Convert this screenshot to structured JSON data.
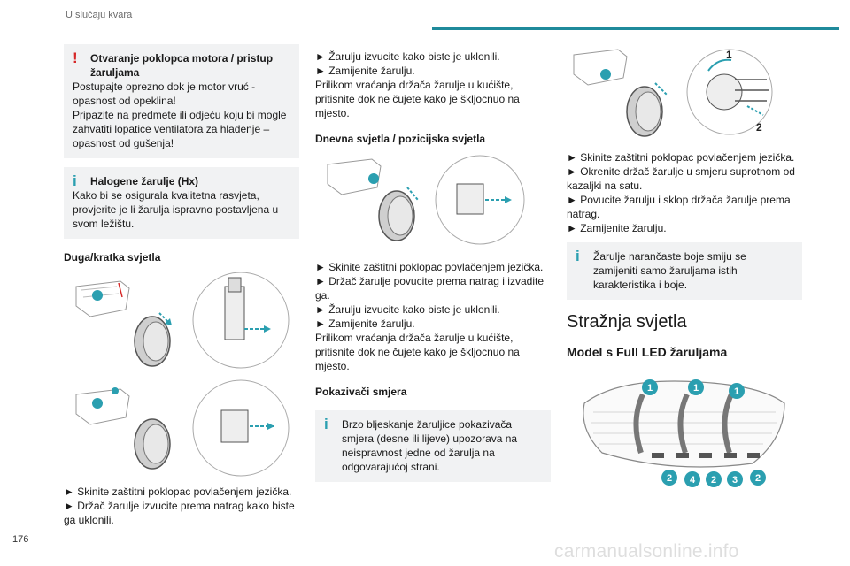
{
  "header": {
    "section_title": "U slučaju kvara"
  },
  "page_number": "176",
  "watermark": "carmanualsonline.info",
  "col1": {
    "warning_title": "Otvaranje poklopca motora / pristup žaruljama",
    "warning_lines": [
      "Postupajte oprezno dok je motor vruć - opasnost od opeklina!",
      "Pripazite na predmete ili odjeću koju bi mogle zahvatiti lopatice ventilatora za hlađenje – opasnost od gušenja!"
    ],
    "info_title": "Halogene žarulje (Hx)",
    "info_text": "Kako bi se osigurala kvalitetna rasvjeta, provjerite je li žarulja ispravno postavljena u svom ležištu.",
    "section_heading": "Duga/kratka svjetla",
    "steps": [
      "► Skinite zaštitni poklopac povlačenjem jezička.",
      "► Držač žarulje izvucite prema natrag kako biste ga uklonili."
    ]
  },
  "col2": {
    "steps_top": [
      "► Žarulju izvucite kako biste je uklonili.",
      "► Zamijenite žarulju.",
      "Prilikom vraćanja držača žarulje u kućište, pritisnite dok ne čujete kako je škljocnuo na mjesto."
    ],
    "section_heading_1": "Dnevna svjetla / pozicijska svjetla",
    "steps_mid": [
      "► Skinite zaštitni poklopac povlačenjem jezička.",
      "► Držač žarulje povucite prema natrag i izvadite ga.",
      "► Žarulju izvucite kako biste je uklonili.",
      "► Zamijenite žarulju.",
      "Prilikom vraćanja držača žarulje u kućište, pritisnite dok ne čujete kako je škljocnuo na mjesto."
    ],
    "section_heading_2": "Pokazivači smjera",
    "info_text": "Brzo bljeskanje žaruljice pokazivača smjera (desne ili lijeve) upozorava na neispravnost jedne od žarulja na odgovarajućoj strani."
  },
  "col3": {
    "fig_label_1": "1",
    "fig_label_2": "2",
    "steps": [
      "► Skinite zaštitni poklopac povlačenjem jezička.",
      "► Okrenite držač žarulje u smjeru suprotnom od kazaljki na satu.",
      "► Povucite žarulju i sklop držača žarulje prema natrag.",
      "► Zamijenite žarulju."
    ],
    "info_text": "Žarulje narančaste boje smiju se zamijeniti samo žaruljama istih karakteristika i boje.",
    "section_title": "Stražnja svjetla",
    "subsection_title": "Model s Full LED žaruljama",
    "led_top_labels": [
      "1",
      "1",
      "1"
    ],
    "led_bottom_labels": [
      "2",
      "4",
      "2",
      "3",
      "2"
    ]
  },
  "colors": {
    "accent": "#1f8a9b",
    "warning": "#d62828",
    "info": "#2b9fb0",
    "box_bg": "#f1f2f3"
  },
  "icons": {
    "warning": "exclamation-icon",
    "info": "info-icon"
  }
}
